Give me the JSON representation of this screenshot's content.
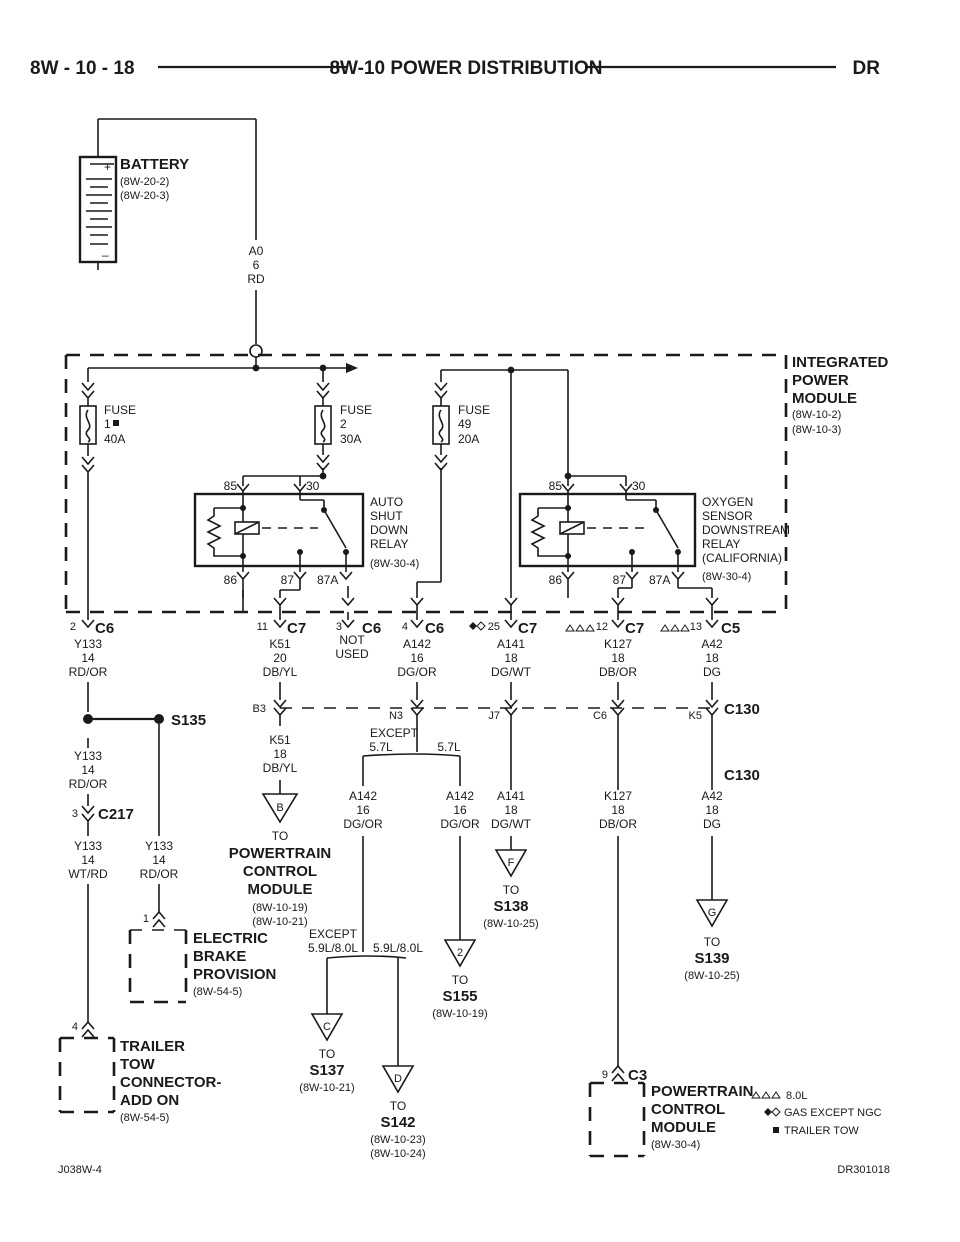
{
  "header": {
    "page_number": "8W - 10 - 18",
    "title": "8W-10 POWER DISTRIBUTION",
    "code": "DR"
  },
  "battery": {
    "name": "BATTERY",
    "ref1": "(8W-20-2)",
    "ref2": "(8W-20-3)",
    "plus": "+",
    "minus": "–"
  },
  "main_wire": {
    "circuit": "A0",
    "gauge": "6",
    "color": "RD"
  },
  "ipm": {
    "line1": "INTEGRATED",
    "line2": "POWER",
    "line3": "MODULE",
    "ref1": "(8W-10-2)",
    "ref2": "(8W-10-3)"
  },
  "fuses": [
    {
      "name": "FUSE",
      "number": "1",
      "rating": "40A"
    },
    {
      "name": "FUSE",
      "number": "2",
      "rating": "30A"
    },
    {
      "name": "FUSE",
      "number": "49",
      "rating": "20A"
    }
  ],
  "asd_relay": {
    "line1": "AUTO",
    "line2": "SHUT",
    "line3": "DOWN",
    "line4": "RELAY",
    "ref": "(8W-30-4)",
    "pin85": "85",
    "pin30": "30",
    "pin86": "86",
    "pin87": "87",
    "pin87a": "87A"
  },
  "o2_relay": {
    "line1": "OXYGEN",
    "line2": "SENSOR",
    "line3": "DOWNSTREAM",
    "line4": "RELAY",
    "line5": "(CALIFORNIA)",
    "ref": "(8W-30-4)",
    "pin85": "85",
    "pin30": "30",
    "pin86": "86",
    "pin87": "87",
    "pin87a": "87A"
  },
  "connectors": [
    {
      "pin": "2",
      "name": "C6",
      "circuit": "Y133",
      "gauge": "14",
      "color": "RD/OR"
    },
    {
      "pin": "11",
      "name": "C7",
      "circuit": "K51",
      "gauge": "20",
      "color": "DB/YL"
    },
    {
      "pin": "3",
      "name": "C6",
      "note1": "NOT",
      "note2": "USED"
    },
    {
      "pin": "4",
      "name": "C6",
      "circuit": "A142",
      "gauge": "16",
      "color": "DG/OR"
    },
    {
      "pin": "25",
      "name": "C7",
      "circuit": "A141",
      "gauge": "18",
      "color": "DG/WT"
    },
    {
      "pin": "12",
      "name": "C7",
      "circuit": "K127",
      "gauge": "18",
      "color": "DB/OR"
    },
    {
      "pin": "13",
      "name": "C5",
      "circuit": "A42",
      "gauge": "18",
      "color": "DG"
    }
  ],
  "c130": {
    "name": "C130",
    "name_lower": "C130",
    "pin_b3": "B3",
    "pin_n3": "N3",
    "pin_j7": "J7",
    "pin_c6": "C6",
    "pin_k5": "K5"
  },
  "splice_s135": {
    "name": "S135"
  },
  "y133_lower": {
    "circuit": "Y133",
    "gauge": "14",
    "color": "RD/OR"
  },
  "c217": {
    "pin": "3",
    "name": "C217"
  },
  "y133_trailer": {
    "circuit": "Y133",
    "gauge": "14",
    "color": "WT/RD"
  },
  "y133_brake": {
    "circuit": "Y133",
    "gauge": "14",
    "color": "RD/OR"
  },
  "k51_lower": {
    "circuit": "K51",
    "gauge": "18",
    "color": "DB/YL"
  },
  "pcm_to": {
    "letter": "B",
    "to": "TO",
    "line1": "POWERTRAIN",
    "line2": "CONTROL",
    "line3": "MODULE",
    "ref1": "(8W-10-19)",
    "ref2": "(8W-10-21)"
  },
  "branch_57": {
    "except": "EXCEPT",
    "except_val": "5.7L",
    "only": "5.7L"
  },
  "a142_left": {
    "circuit": "A142",
    "gauge": "16",
    "color": "DG/OR"
  },
  "a142_right": {
    "circuit": "A142",
    "gauge": "16",
    "color": "DG/OR"
  },
  "branch_59": {
    "except": "EXCEPT",
    "except_val": "5.9L/8.0L",
    "only": "5.9L/8.0L"
  },
  "to_s137": {
    "letter": "C",
    "to": "TO",
    "name": "S137",
    "ref": "(8W-10-21)"
  },
  "to_s142": {
    "letter": "D",
    "to": "TO",
    "name": "S142",
    "ref1": "(8W-10-23)",
    "ref2": "(8W-10-24)"
  },
  "to_s155": {
    "letter": "2",
    "to": "TO",
    "name": "S155",
    "ref": "(8W-10-19)"
  },
  "a141_lower": {
    "circuit": "A141",
    "gauge": "18",
    "color": "DG/WT"
  },
  "to_s138": {
    "letter": "F",
    "to": "TO",
    "name": "S138",
    "ref": "(8W-10-25)"
  },
  "k127_lower": {
    "circuit": "K127",
    "gauge": "18",
    "color": "DB/OR"
  },
  "a42_lower": {
    "circuit": "A42",
    "gauge": "18",
    "color": "DG"
  },
  "to_s139": {
    "letter": "G",
    "to": "TO",
    "name": "S139",
    "ref": "(8W-10-25)"
  },
  "brake": {
    "pin": "1",
    "line1": "ELECTRIC",
    "line2": "BRAKE",
    "line3": "PROVISION",
    "ref": "(8W-54-5)"
  },
  "trailer": {
    "pin": "4",
    "line1": "TRAILER",
    "line2": "TOW",
    "line3": "CONNECTOR-",
    "line4": "ADD ON",
    "ref": "(8W-54-5)"
  },
  "pcm_bottom": {
    "pin": "9",
    "conn": "C3",
    "line1": "POWERTRAIN",
    "line2": "CONTROL",
    "line3": "MODULE",
    "ref": "(8W-30-4)"
  },
  "legend": {
    "item1": "8.0L",
    "item2": "GAS EXCEPT NGC",
    "item3": "TRAILER TOW"
  },
  "footer": {
    "left": "J038W-4",
    "right": "DR301018"
  }
}
